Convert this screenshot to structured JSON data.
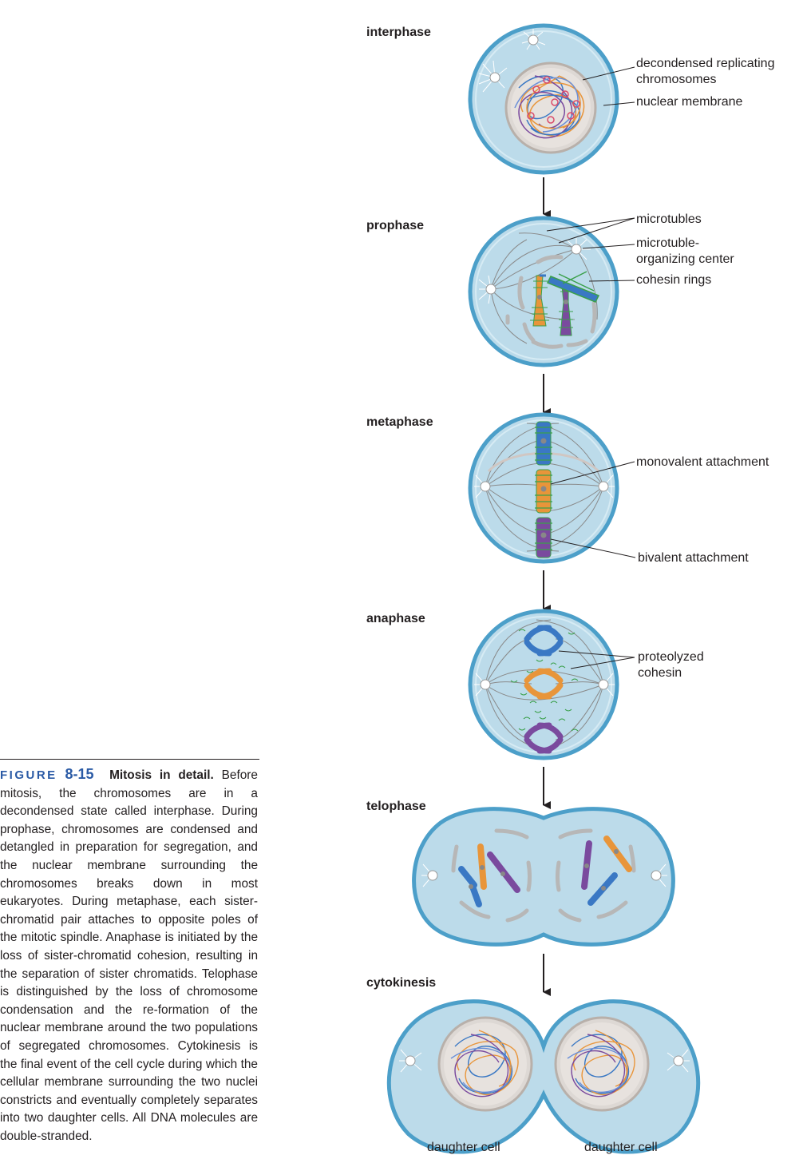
{
  "figure": {
    "label_word": "FIGURE",
    "label_number": "8-15",
    "title": "Mitosis in detail.",
    "body": "Before mitosis, the chromosomes are in a decondensed state called interphase. During prophase, chromosomes are condensed and detangled in preparation for segregation, and the nuclear membrane surrounding the chromosomes breaks down in most eukaryotes. During metaphase, each sister-chromatid pair attaches to opposite poles of the mitotic spindle. Anaphase is initiated by the loss of sister-chromatid cohesion, resulting in the separation of sister chromatids. Telophase is distinguished by the loss of chromosome condensation and the re-formation of the nuclear membrane around the two populations of segregated chromosomes. Cytokinesis is the final event of the cell cycle during which the cellular membrane surrounding the two nuclei constricts and eventually completely separates into two daughter cells. All DNA molecules are double-stranded."
  },
  "stages": {
    "interphase": "interphase",
    "prophase": "prophase",
    "metaphase": "metaphase",
    "anaphase": "anaphase",
    "telophase": "telophase",
    "cytokinesis": "cytokinesis"
  },
  "callouts": {
    "decondensed_line1": "decondensed replicating",
    "decondensed_line2": "chromosomes",
    "nuclear_membrane": "nuclear membrane",
    "microtubles": "microtubles",
    "mtoc_line1": "microtuble-",
    "mtoc_line2": "organizing center",
    "cohesin_rings": "cohesin rings",
    "monovalent": "monovalent attachment",
    "bivalent": "bivalent attachment",
    "proteolyzed_line1": "proteolyzed",
    "proteolyzed_line2": "cohesin",
    "daughter_left": "daughter cell",
    "daughter_right": "daughter cell"
  },
  "colors": {
    "cell_fill": "#bcdbea",
    "cell_edge": "#4c9fc9",
    "nucleus_fill": "#ddd8d4",
    "chromosome_blue": "#3a78c4",
    "chromosome_orange": "#e8953a",
    "chromosome_purple": "#7a4a9e",
    "cohesin_green": "#3aa04a",
    "caption_accent": "#2a5aa5"
  }
}
